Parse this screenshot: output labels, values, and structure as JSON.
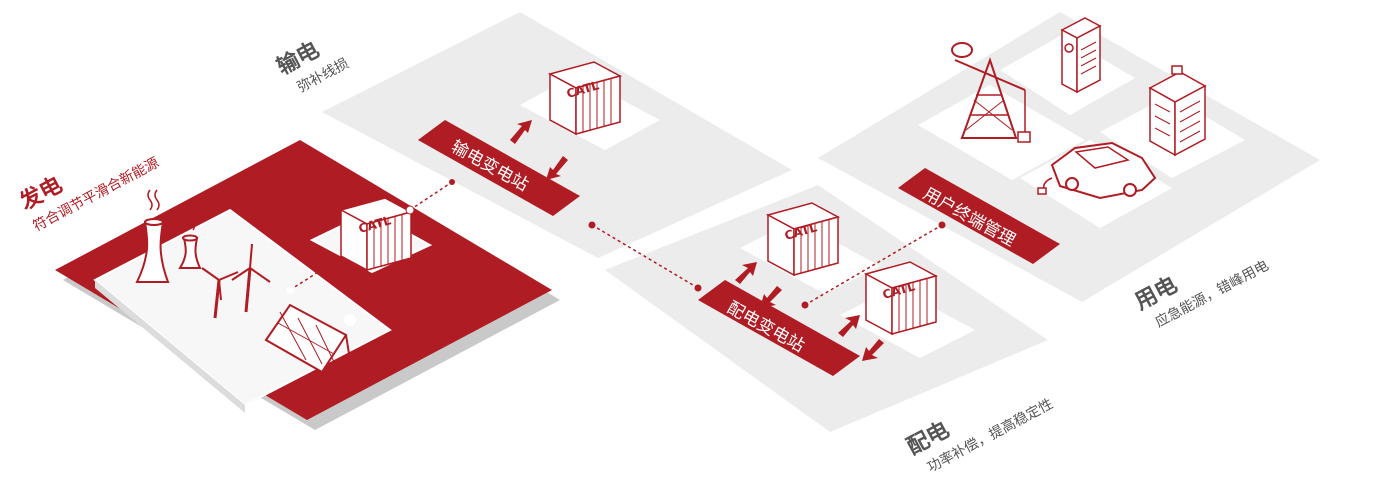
{
  "colors": {
    "brand_red": "#b01c23",
    "dark_red": "#8e141a",
    "gray_platform": "#ececec",
    "gray_shadow": "#dcdcdc",
    "label_gray": "#555555"
  },
  "battery_label": "CATL",
  "sections": {
    "generation": {
      "title": "发电",
      "subtitle": "符合调节平滑合新能源"
    },
    "transmission": {
      "title": "输电",
      "subtitle": "弥补线损",
      "station": "输电变电站"
    },
    "distribution": {
      "title": "配电",
      "subtitle": "功率补偿，提高稳定性",
      "station": "配电变电站"
    },
    "consumption": {
      "title": "用电",
      "subtitle": "应急能源，错峰用电",
      "station": "用户终端管理"
    }
  },
  "icons": {
    "cooling_tower": "cooling-tower-icon",
    "wind_turbine": "wind-turbine-icon",
    "solar_panel": "solar-panel-icon",
    "oil_derrick": "oil-derrick-icon",
    "hospital": "hospital-building-icon",
    "office": "office-building-icon",
    "car": "electric-car-icon"
  }
}
